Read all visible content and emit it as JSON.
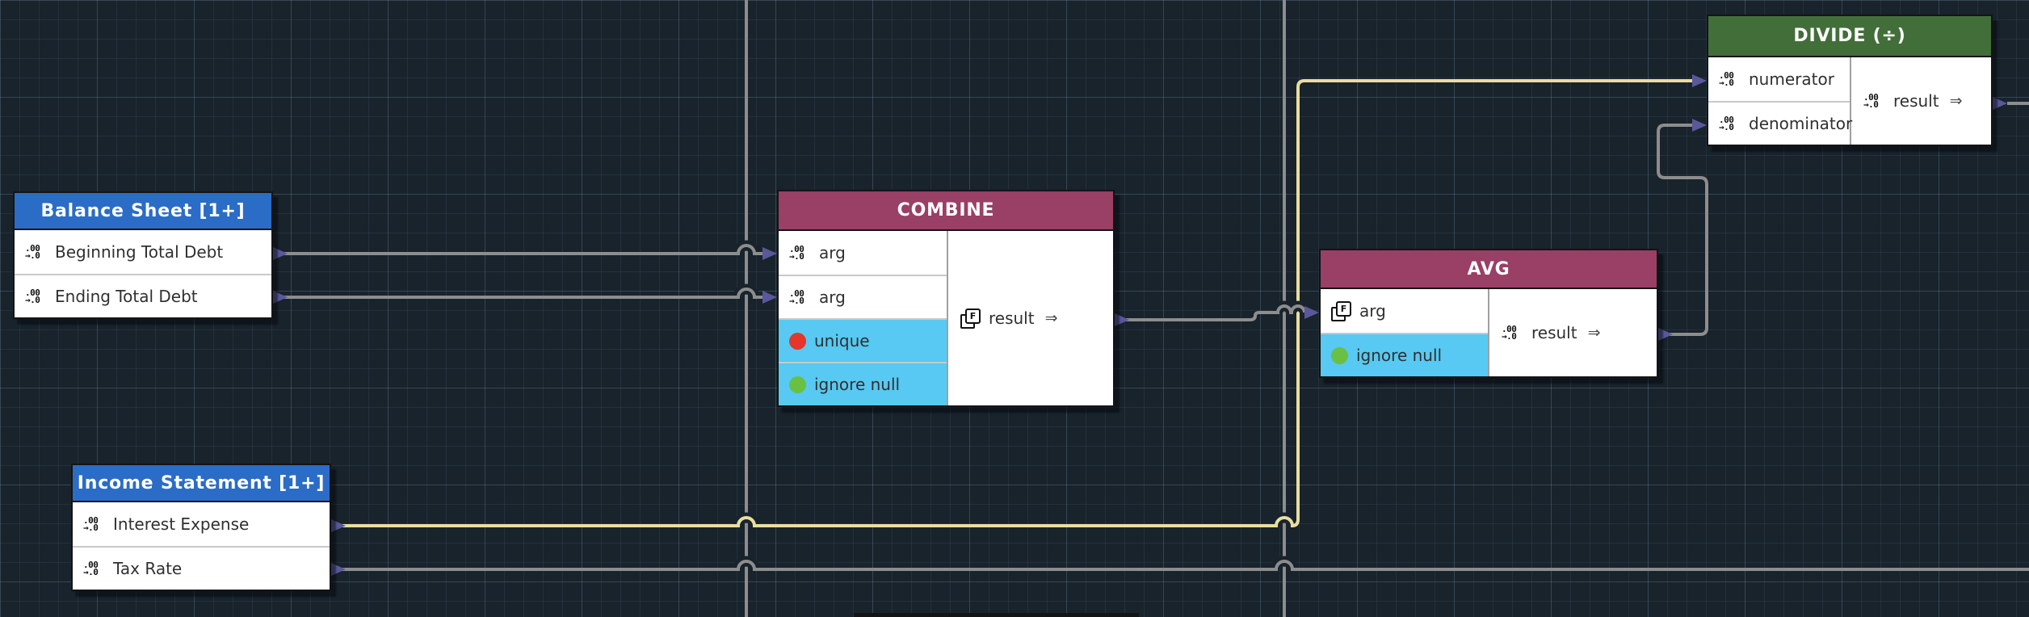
{
  "palette": {
    "bg": "#18232c",
    "grid_line": "#2b3a47",
    "node_border": "#141414",
    "wire_gray": "#8d8d8d",
    "wire_yellow": "#e9dda0",
    "port_fill": "#5a589a",
    "port_stroke": "#3e3c78",
    "header_blue": "#2b6cc7",
    "header_plum": "#9a3f66",
    "header_green": "#426e3a",
    "row_highlight": "#57c9f2",
    "dot_red": "#e6352b",
    "dot_green": "#6ac043",
    "row_text": "#303030"
  },
  "glyphs": {
    "num_top": ".00",
    "num_bottom": "→.0",
    "formula_letter": "F",
    "maps_to": "⇒"
  },
  "nodes": {
    "balance_sheet": {
      "title": "Balance Sheet [1+]",
      "rows": [
        {
          "label": "Beginning Total Debt",
          "icon": "number-format"
        },
        {
          "label": "Ending Total Debt",
          "icon": "number-format"
        }
      ]
    },
    "income_statement": {
      "title": "Income Statement [1+]",
      "rows": [
        {
          "label": "Interest Expense",
          "icon": "number-format"
        },
        {
          "label": "Tax Rate",
          "icon": "number-format"
        }
      ]
    },
    "combine": {
      "title": "COMBINE",
      "inputs": [
        {
          "label": "arg",
          "icon": "number-format"
        },
        {
          "label": "arg",
          "icon": "number-format"
        },
        {
          "label": "unique",
          "icon": "dot-red",
          "highlighted": true
        },
        {
          "label": "ignore null",
          "icon": "dot-green",
          "highlighted": true
        }
      ],
      "output": {
        "label": "result",
        "icon": "formula"
      }
    },
    "avg": {
      "title": "AVG",
      "inputs": [
        {
          "label": "arg",
          "icon": "formula"
        },
        {
          "label": "ignore null",
          "icon": "dot-green",
          "highlighted": true
        }
      ],
      "output": {
        "label": "result",
        "icon": "number-format"
      }
    },
    "divide": {
      "title": "DIVIDE (÷)",
      "inputs": [
        {
          "label": "numerator",
          "icon": "number-format"
        },
        {
          "label": "denominator",
          "icon": "number-format"
        }
      ],
      "output": {
        "label": "result",
        "icon": "number-format"
      }
    }
  }
}
